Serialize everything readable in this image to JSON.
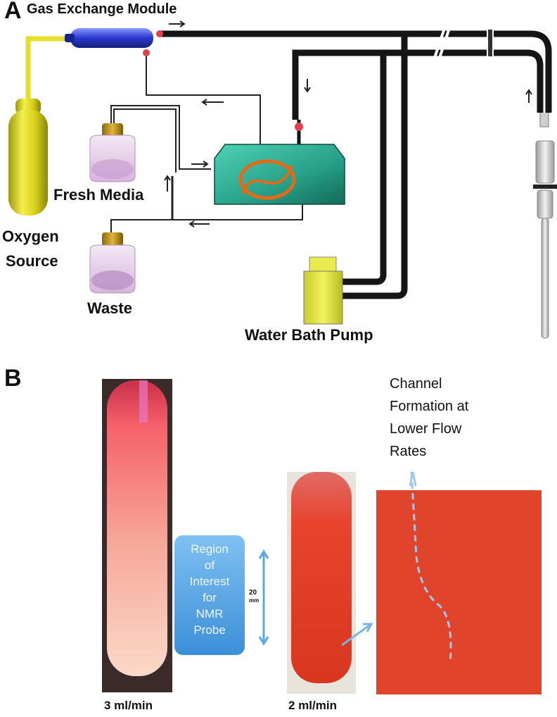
{
  "panel_a": {
    "letter": "A",
    "gas_exchange_module": "Gas Exchange Module",
    "oxygen_line1": "Oxygen",
    "oxygen_line2": "Source",
    "fresh_media": "Fresh Media",
    "waste": "Waste",
    "water_bath_pump": "Water Bath Pump"
  },
  "panel_b": {
    "letter": "B",
    "channel_line1": "Channel",
    "channel_line2": "Formation at",
    "channel_line3": "Lower Flow",
    "channel_line4": "Rates",
    "roi_line1": "Region",
    "roi_line2": "of",
    "roi_line3": "Interest",
    "roi_line4": "for",
    "roi_line5": "NMR",
    "roi_line6": "Probe",
    "scale_value": "20",
    "scale_unit": "mm",
    "flow_high": "3 ml/min",
    "flow_low": "2 ml/min"
  },
  "colors": {
    "tubing": "#151515",
    "oxygen_tank": "#d8d21a",
    "gas_module": "#2f3fd0",
    "pump_body": "#2aa089",
    "roi_box": "#5aa8e6",
    "tissue_red": "#e0452b"
  }
}
